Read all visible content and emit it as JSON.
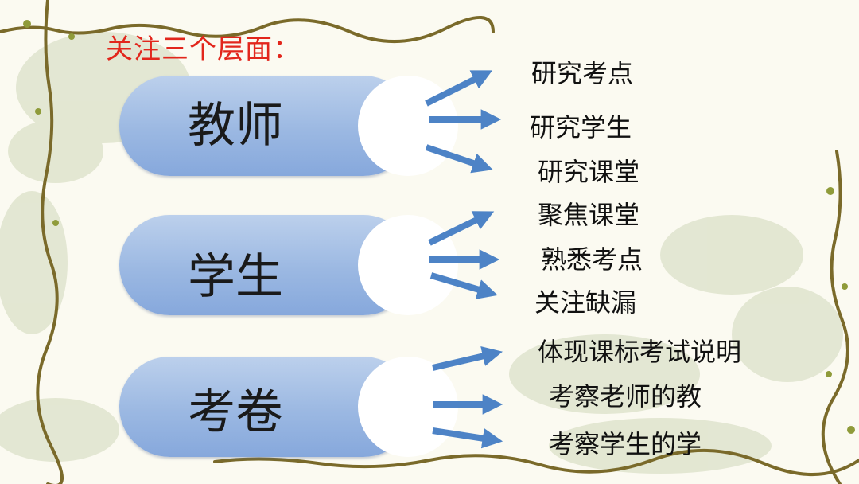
{
  "title": "关注三个层面：",
  "groups": [
    {
      "label": "教师",
      "items": [
        "研究考点",
        "研究学生",
        "研究课堂"
      ]
    },
    {
      "label": "学生",
      "items": [
        "聚焦课堂",
        "熟悉考点",
        "关注缺漏"
      ]
    },
    {
      "label": "考卷",
      "items": [
        "体现课标考试说明",
        "考察老师的教",
        "考察学生的学"
      ]
    }
  ],
  "colors": {
    "title": "#e2261c",
    "pill": "#9bb8e2",
    "arrow": "#4d83c6",
    "vine": "#7a6a2a"
  }
}
